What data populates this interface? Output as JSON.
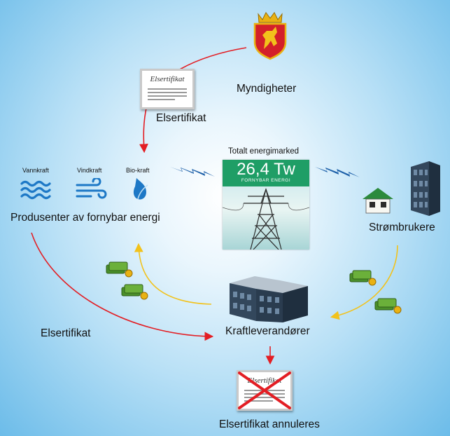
{
  "authority": {
    "label": "Myndigheter",
    "icon": "coat-of-arms-icon"
  },
  "certificate": {
    "issue_label": "Elsertifikat",
    "flow_label": "Elsertifikat",
    "doc_title": "Elsertifikat",
    "icon": "certificate-icon"
  },
  "producers": {
    "label": "Produsenter av fornybar energi",
    "types": [
      {
        "label": "Vannkraft",
        "icon": "water-waves-icon"
      },
      {
        "label": "Vindkraft",
        "icon": "wind-icon"
      },
      {
        "label": "Bio-kraft",
        "icon": "leaf-drop-icon"
      }
    ]
  },
  "market": {
    "title": "Totalt energimarked",
    "value": "26,4 Tw",
    "subtitle": "FORNYBAR ENERGI",
    "icon": "power-pylon-icon"
  },
  "consumers": {
    "label": "Strømbrukere",
    "icons": [
      "house-icon",
      "office-building-icon"
    ]
  },
  "suppliers": {
    "label": "Kraftleverandører",
    "icon": "office-buildings-icon"
  },
  "cancelled": {
    "label": "Elsertifikat annuleres",
    "doc_title": "Elsertifikat",
    "icon": "crossed-certificate-icon"
  },
  "money_icon": "money-stack-icon",
  "colors": {
    "certificate_flow": "#e31e24",
    "money_flow": "#f2c21b",
    "energy_flow": "#1c5fa8",
    "market_band": "#1f9e66"
  }
}
